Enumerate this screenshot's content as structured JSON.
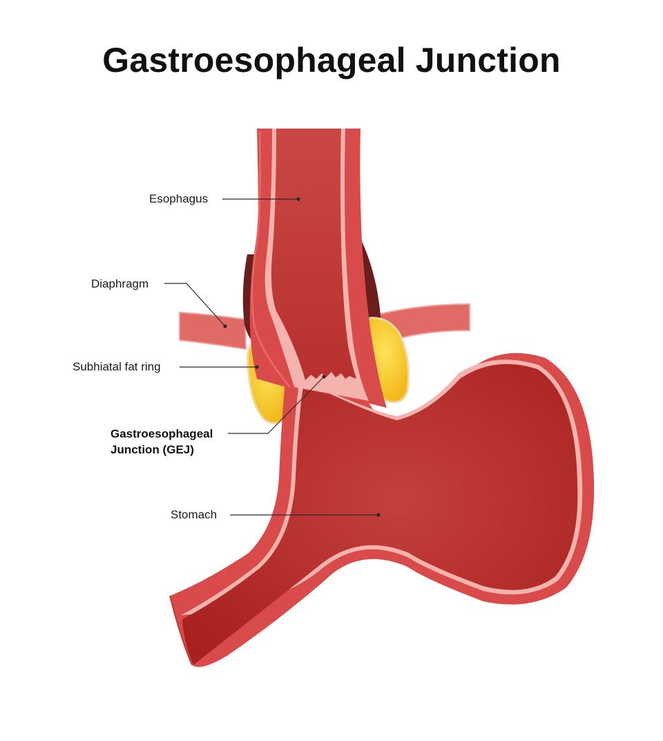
{
  "title": "Gastroesophageal Junction",
  "labels": {
    "esophagus": "Esophagus",
    "diaphragm": "Diaphragm",
    "fat_ring": "Subhiatal fat ring",
    "gej_line1": "Gastroesophageal",
    "gej_line2": "Junction (GEJ)",
    "stomach": "Stomach"
  },
  "colors": {
    "wall": "#d94a4a",
    "lumen": "#b8282b",
    "esophagus_lumen": "#c8433f",
    "lining": "#f4b3ad",
    "fat": "#f5c81f",
    "fat_highlight": "#fde35a",
    "dark_tissue": "#6b1f1c",
    "leader_line": "#2b2b2b"
  }
}
